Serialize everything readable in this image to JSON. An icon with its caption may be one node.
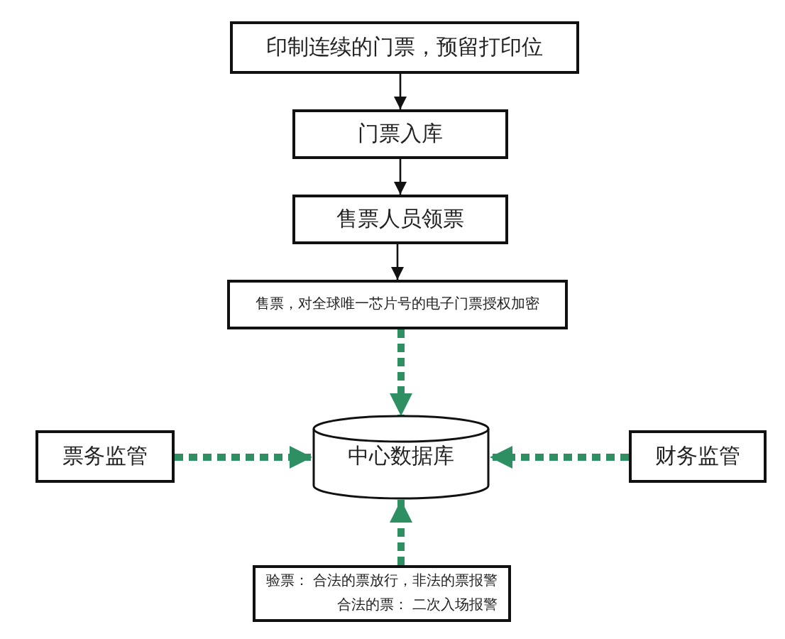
{
  "diagram": {
    "nodes": [
      {
        "text": [
          "印制连续的门票，预留打印位"
        ]
      },
      {
        "text": [
          "门票入库"
        ]
      },
      {
        "text": [
          "售票人员领票"
        ]
      },
      {
        "text": [
          "售票，对全球唯一芯片号的电子门票授权加密"
        ]
      },
      {
        "text": [
          "票务监管"
        ]
      },
      {
        "text": [
          "中心数据库"
        ]
      },
      {
        "text": [
          "财务监管"
        ]
      },
      {
        "text": [
          "验票：  合法的票放行，非法的票报警",
          "合法的票：  二次入场报警"
        ]
      }
    ],
    "edges": [
      {
        "from": 0,
        "to": 1,
        "arrow": "to",
        "color": "#111111"
      },
      {
        "from": 1,
        "to": 2,
        "arrow": "to",
        "color": "#111111"
      },
      {
        "from": 2,
        "to": 3,
        "arrow": "to",
        "color": "#111111"
      },
      {
        "from": 3,
        "to": 5,
        "arrow": "to",
        "style": "dashed",
        "color": "#2e9062"
      },
      {
        "from": 4,
        "to": 5,
        "arrow": "to",
        "style": "dashed",
        "color": "#2e9062"
      },
      {
        "from": 6,
        "to": 5,
        "arrow": "to",
        "style": "dashed",
        "color": "#2e9062"
      },
      {
        "from": 7,
        "to": 5,
        "arrow": "to",
        "style": "dashed",
        "color": "#2e9062"
      }
    ]
  }
}
